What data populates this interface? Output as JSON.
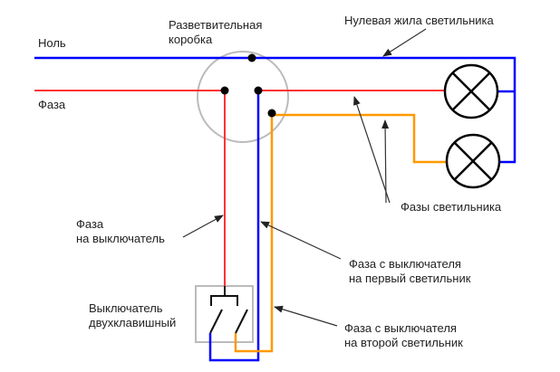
{
  "labels": {
    "junction_box": [
      "Разветвительная",
      "коробка"
    ],
    "lamp_neutral": "Нулевая жила светильника",
    "neutral": "Ноль",
    "phase": "Фаза",
    "lamp_phases": "Фазы светильника",
    "phase_to_switch": [
      "Фаза",
      "на выключатель"
    ],
    "phase_first_lamp": [
      "Фаза с выключателя",
      "на первый светильник"
    ],
    "switch": [
      "Выключатель",
      "двухклавишный"
    ],
    "phase_second_lamp": [
      "Фаза с выключателя",
      "на второй светильник"
    ]
  },
  "colors": {
    "neutral": "#0000ff",
    "phase": "#ff3333",
    "second_lamp_phase": "#ff9900",
    "box": "#bbbbbb",
    "arrows": "#333333"
  }
}
